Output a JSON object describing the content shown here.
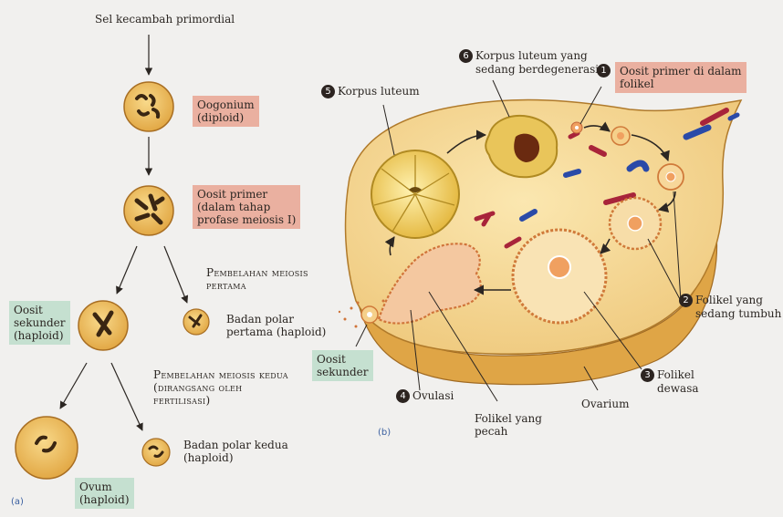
{
  "panel_a": {
    "tag": "(a)",
    "top_label": "Sel kecambah primordial",
    "oogonium": [
      "Oogonium",
      "(diploid)"
    ],
    "oosit_primer": [
      "Oosit primer",
      "(dalam tahap",
      "profase meiosis I)"
    ],
    "meiosis1": [
      "Pembelahan meiosis",
      "pertama"
    ],
    "oosit_sekunder": [
      "Oosit",
      "sekunder",
      "(haploid)"
    ],
    "badan_polar1": [
      "Badan polar",
      "pertama (haploid)"
    ],
    "meiosis2": [
      "Pembelahan meiosis kedua",
      "(dirangsang oleh",
      "fertilisasi)"
    ],
    "ovum": [
      "Ovum",
      "(haploid)"
    ],
    "badan_polar2": [
      "Badan polar kedua",
      "(haploid)"
    ]
  },
  "panel_b": {
    "tag": "(b)",
    "n1": "1",
    "oosit_folikel": [
      "Oosit primer di dalam",
      "folikel"
    ],
    "n2": "2",
    "folikel_tumbuh": [
      "Folikel yang",
      "sedang tumbuh"
    ],
    "n3": "3",
    "folikel_dewasa": [
      "Folikel",
      "dewasa"
    ],
    "n4": "4",
    "ovulasi": "Ovulasi",
    "n5": "5",
    "korpus_luteum": "Korpus luteum",
    "n6": "6",
    "korpus_degenerasi": [
      "Korpus luteum yang",
      "sedang berdegenerasi"
    ],
    "oosit_sekunder": [
      "Oosit",
      "sekunder"
    ],
    "folikel_pecah": [
      "Folikel yang",
      "pecah"
    ],
    "ovarium": "Ovarium"
  },
  "colors": {
    "pink_box": "#eab0a0",
    "green_box": "#c5e0d0",
    "cell_fill": "#f3c46a",
    "ovary_fill": "#f6dc9a"
  }
}
